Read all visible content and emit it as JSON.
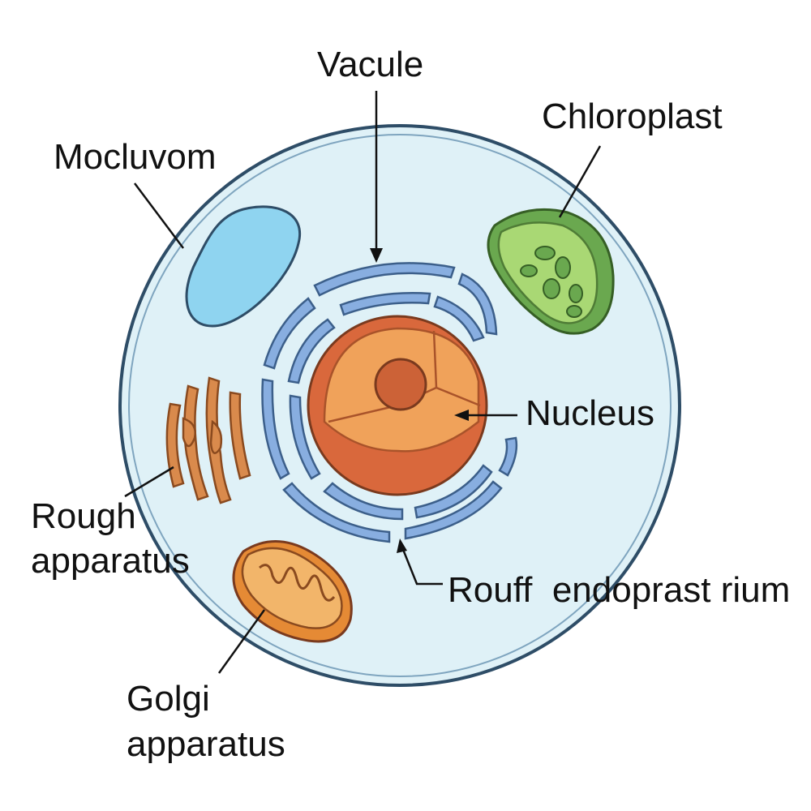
{
  "labels": {
    "vacule": "Vacule",
    "chloroplast": "Chloroplast",
    "mocluvom": "Mocluvom",
    "nucleus": "Nucleus",
    "rough_line1": "Rough",
    "rough_line2": "apparatus",
    "rouff_er": "Rouff  endoprast rium",
    "golgi_line1": "Golgi",
    "golgi_line2": "apparatus"
  },
  "colors": {
    "cell_fill": "#dff1f7",
    "cell_stroke": "#2e4d67",
    "vacuole": "#8fd4f0",
    "er": "#88aee0",
    "nucleus_outer": "#d9683c",
    "nucleus_inner": "#f0a25a",
    "nucleolus": "#cc6237",
    "chloroplast_outer": "#6aa84f",
    "chloroplast_inner": "#a9d874",
    "mitochondrion": "#e58a35",
    "golgi": "#d98a4c"
  }
}
